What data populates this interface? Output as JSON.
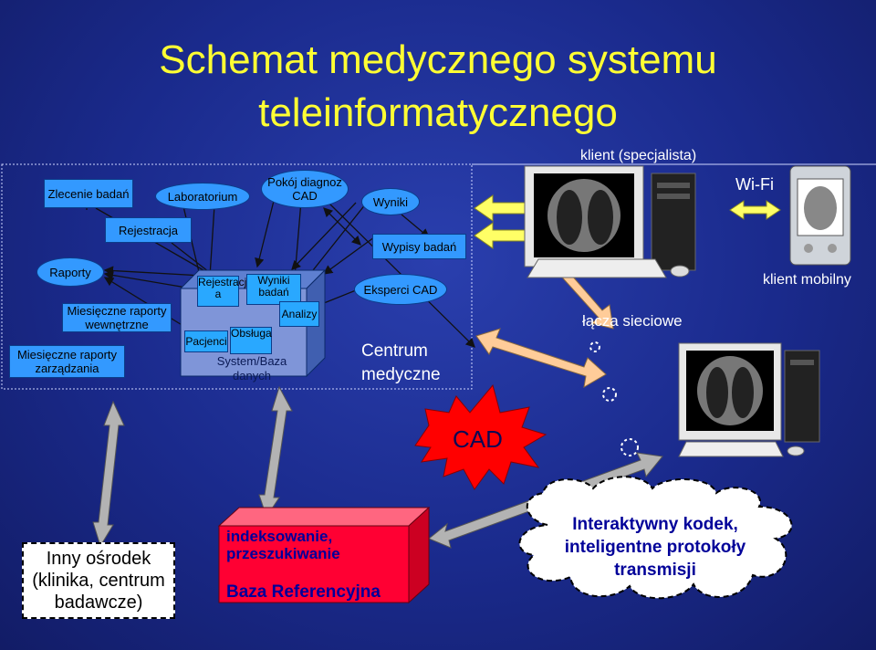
{
  "title": {
    "line1": "Schemat medycznego systemu",
    "line2": "teleinformatycznego"
  },
  "labels": {
    "zlecenie": "Zlecenie badań",
    "laboratorium": "Laboratorium",
    "pokoj": "Pokój diagnoz CAD",
    "wyniki": "Wyniki",
    "rejestracja": "Rejestracja",
    "wypisy": "Wypisy badań",
    "raporty": "Raporty",
    "eksperci": "Eksperci CAD",
    "mies_wew": "Miesięczne raporty wewnętrzne",
    "mies_zarz": "Miesięczne raporty zarządzania",
    "db_rejestracja": "Rejestracj a",
    "db_wyniki": "Wyniki badań",
    "db_analizy": "Analizy",
    "db_pacjenci": "Pacjenci",
    "db_obsluga": "Obsługa",
    "db_system": "System/Baza danych",
    "centrum": "Centrum medyczne",
    "klient_spec": "klient (specjalista)",
    "wifi": "Wi-Fi",
    "klient_mobilny": "klient mobilny",
    "lacza": "łącza sieciowe",
    "cad": "CAD",
    "inny_osrodek": "Inny ośrodek (klinika, centrum badawcze)",
    "indeksowanie": "indeksowanie, przeszukiwanie",
    "baza_ref": "Baza Referencyjna",
    "cloud": "Interaktywny kodek, inteligentne protokoły transmisji"
  },
  "colors": {
    "background": "#1a2a8c",
    "title": "#ffff33",
    "node": "#3399ff",
    "arrow_yellow": "#ffff66",
    "arrow_orange": "#ffcc99",
    "arrow_gray": "#b3b3b3",
    "cad_burst": "#ff0000",
    "baza_box": "#ff0033",
    "baza_text": "#000099"
  },
  "icons": [
    "desktop-computer-icon",
    "xray-monitor-icon",
    "pda-icon",
    "cloud-shape",
    "burst-shape"
  ]
}
